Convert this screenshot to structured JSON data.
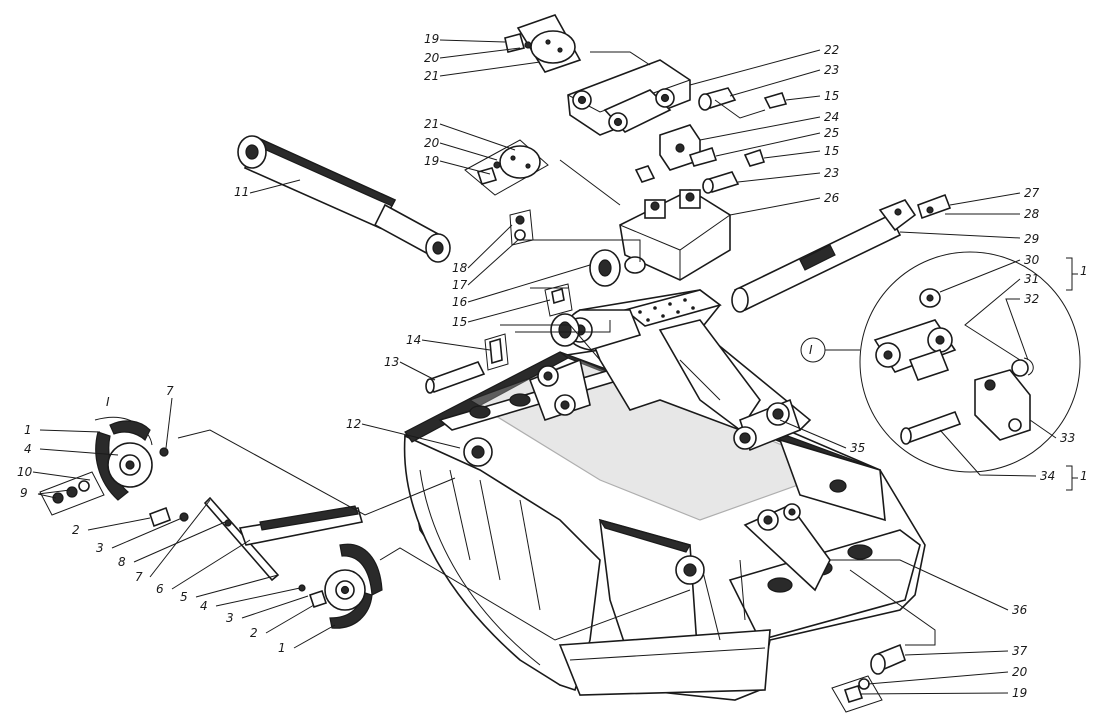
{
  "figure": {
    "labels": [
      {
        "id": "19a",
        "text": "19"
      },
      {
        "id": "20a",
        "text": "20"
      },
      {
        "id": "21a",
        "text": "21"
      },
      {
        "id": "22",
        "text": "22"
      },
      {
        "id": "23a",
        "text": "23"
      },
      {
        "id": "15a",
        "text": "15"
      },
      {
        "id": "24",
        "text": "24"
      },
      {
        "id": "25",
        "text": "25"
      },
      {
        "id": "15b",
        "text": "15"
      },
      {
        "id": "23b",
        "text": "23"
      },
      {
        "id": "21b",
        "text": "21"
      },
      {
        "id": "20b",
        "text": "20"
      },
      {
        "id": "19b",
        "text": "19"
      },
      {
        "id": "11",
        "text": "11"
      },
      {
        "id": "26",
        "text": "26"
      },
      {
        "id": "27",
        "text": "27"
      },
      {
        "id": "28",
        "text": "28"
      },
      {
        "id": "29",
        "text": "29"
      },
      {
        "id": "18",
        "text": "18"
      },
      {
        "id": "17",
        "text": "17"
      },
      {
        "id": "16",
        "text": "16"
      },
      {
        "id": "15c",
        "text": "15"
      },
      {
        "id": "30",
        "text": "30"
      },
      {
        "id": "31",
        "text": "31"
      },
      {
        "id": "32",
        "text": "32"
      },
      {
        "id": "1top",
        "text": "1"
      },
      {
        "id": "roman1",
        "text": "I"
      },
      {
        "id": "14",
        "text": "14"
      },
      {
        "id": "13",
        "text": "13"
      },
      {
        "id": "33",
        "text": "33"
      },
      {
        "id": "34",
        "text": "34"
      },
      {
        "id": "1bot",
        "text": "1"
      },
      {
        "id": "35",
        "text": "35"
      },
      {
        "id": "12",
        "text": "12"
      },
      {
        "id": "romanL",
        "text": "I"
      },
      {
        "id": "7a",
        "text": "7"
      },
      {
        "id": "1a",
        "text": "1"
      },
      {
        "id": "4a",
        "text": "4"
      },
      {
        "id": "10",
        "text": "10"
      },
      {
        "id": "9",
        "text": "9"
      },
      {
        "id": "2a",
        "text": "2"
      },
      {
        "id": "3a",
        "text": "3"
      },
      {
        "id": "8",
        "text": "8"
      },
      {
        "id": "7b",
        "text": "7"
      },
      {
        "id": "6",
        "text": "6"
      },
      {
        "id": "5",
        "text": "5"
      },
      {
        "id": "4b",
        "text": "4"
      },
      {
        "id": "3b",
        "text": "3"
      },
      {
        "id": "2b",
        "text": "2"
      },
      {
        "id": "1b",
        "text": "1"
      },
      {
        "id": "36",
        "text": "36"
      },
      {
        "id": "37",
        "text": "37"
      },
      {
        "id": "20c",
        "text": "20"
      },
      {
        "id": "19c",
        "text": "19"
      }
    ]
  }
}
